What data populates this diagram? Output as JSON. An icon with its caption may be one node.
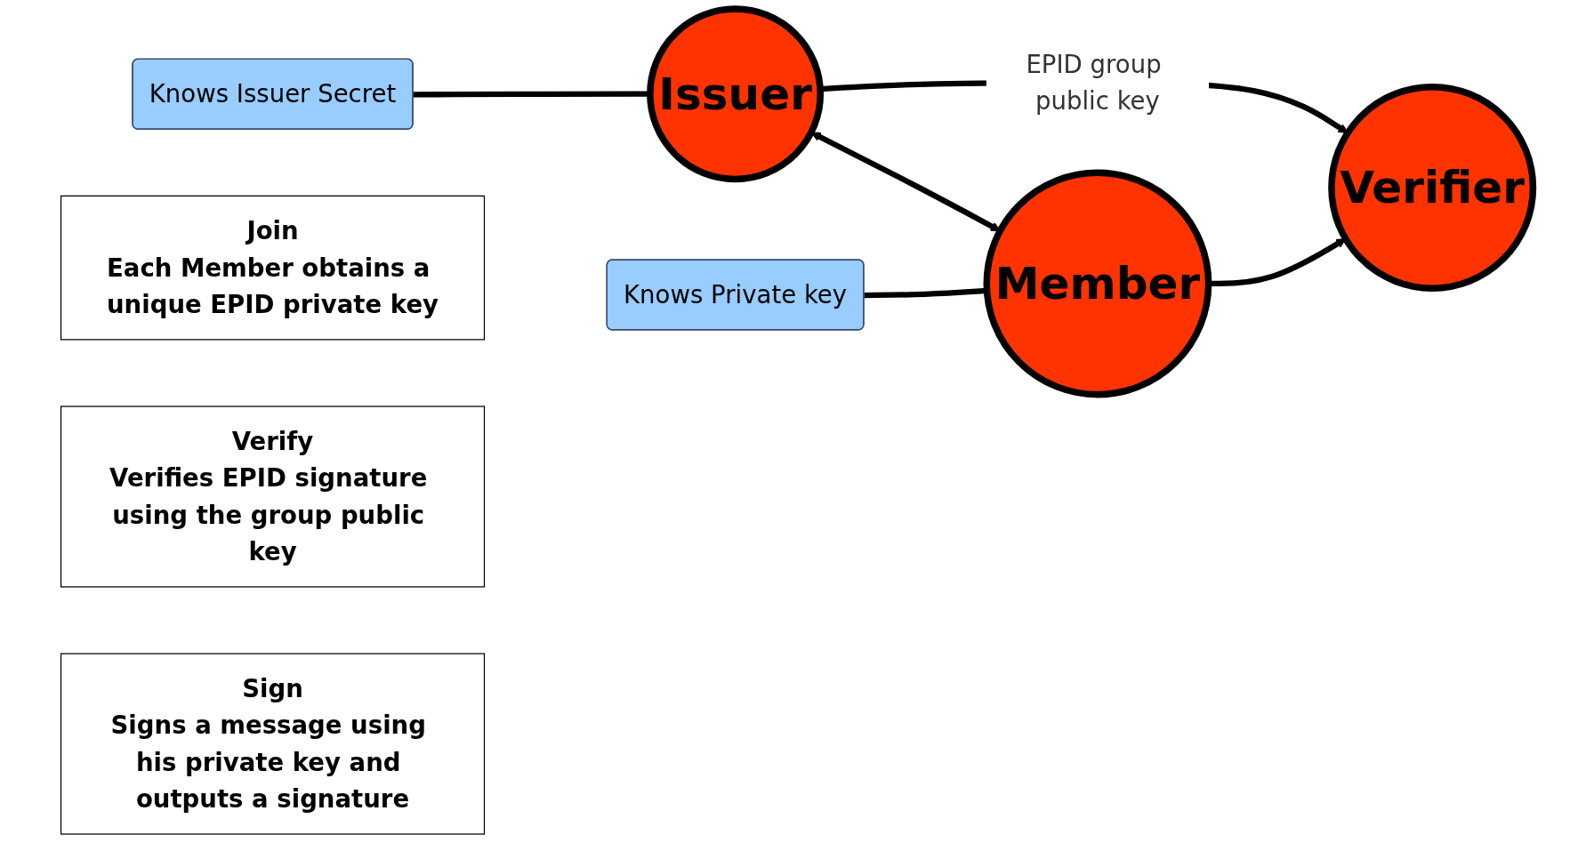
{
  "diagram": {
    "nodes": [
      {
        "text": [
          "Knows Issuer Secret"
        ]
      },
      {
        "text": [
          "Issuer"
        ]
      },
      {
        "text": [
          "Join",
          "Each Member obtains a unique EPID private key"
        ]
      },
      {
        "text": [
          "Verifier"
        ]
      },
      {
        "text": [
          "Knows Private key"
        ]
      },
      {
        "text": [
          "Member"
        ]
      },
      {
        "text": [
          "Verify",
          "Verifies EPID signature using the group public key"
        ]
      },
      {
        "text": [
          "Sign",
          "Signs a message using his private key and outputs a signature"
        ]
      }
    ],
    "edges": [
      {
        "from": 0,
        "to": 1,
        "arrow": "none"
      },
      {
        "from": 1,
        "to": 5,
        "arrow": "both"
      },
      {
        "from": 1,
        "to": 3,
        "arrow": "to",
        "label": "EPID group public key"
      },
      {
        "from": 4,
        "to": 5,
        "arrow": "none"
      },
      {
        "from": 5,
        "to": 3,
        "arrow": "to"
      }
    ]
  }
}
